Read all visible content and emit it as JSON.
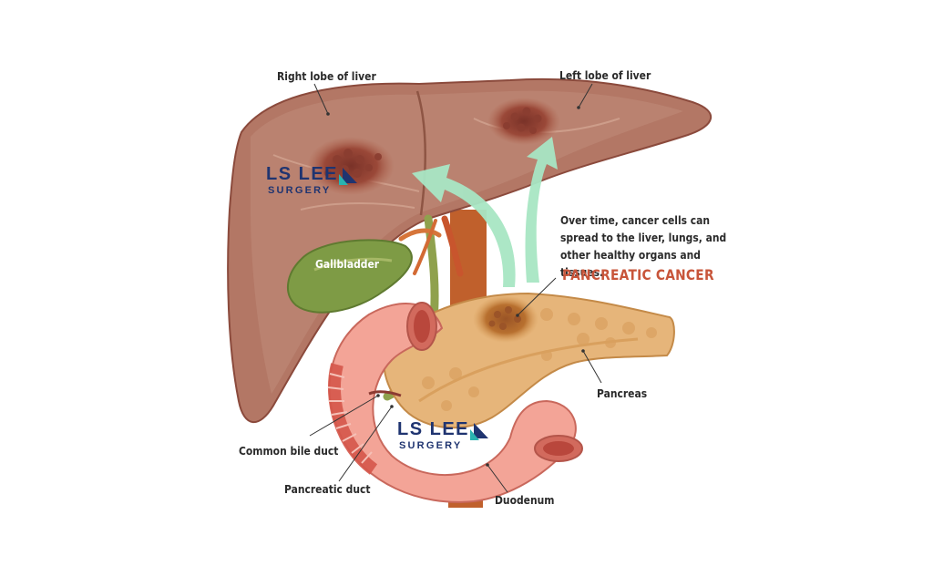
{
  "labels": {
    "right_lobe": "Right lobe of liver",
    "left_lobe": "Left lobe of liver",
    "gallbladder": "Gallbladder",
    "pancreatic_cancer": "PANCREATIC CANCER",
    "pancreas": "Pancreas",
    "common_bile_duct": "Common bile duct",
    "pancreatic_duct": "Pancreatic duct",
    "duodenum": "Duodenum"
  },
  "note": "Over time, cancer cells can spread to the liver, lungs, and other healthy organs and tissues.",
  "logo": {
    "line1": "LS LEE",
    "line2": "SURGERY"
  },
  "colors": {
    "cancer_label": "#c8553a",
    "logo_navy": "#1f3470",
    "logo_teal": "#2ab3b0",
    "arrow": "#a8e6c4",
    "liver": "#b77d6c",
    "pancreas": "#e9ba7c",
    "duodenum": "#f4a59a",
    "gallbladder": "#7d9a43"
  }
}
